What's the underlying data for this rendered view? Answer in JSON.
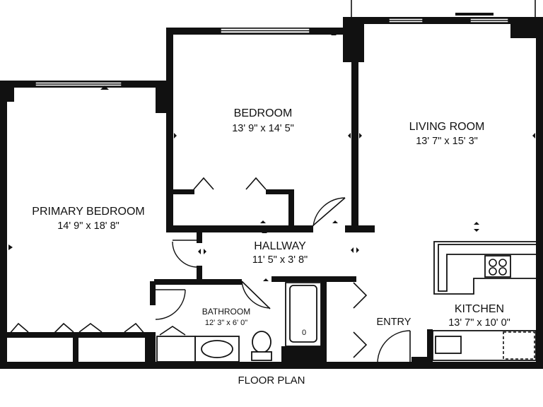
{
  "rooms": {
    "primary_bedroom": {
      "name": "PRIMARY BEDROOM",
      "dims": "14' 9\" x 18' 8\""
    },
    "bedroom": {
      "name": "BEDROOM",
      "dims": "13' 9\" x 14' 5\""
    },
    "living_room": {
      "name": "LIVING ROOM",
      "dims": "13' 7\" x 15' 3\""
    },
    "hallway": {
      "name": "HALLWAY",
      "dims": "11' 5\" x 3' 8\""
    },
    "bathroom": {
      "name": "BATHROOM",
      "dims": "12' 3\" x 6' 0\""
    },
    "entry": {
      "name": "ENTRY"
    },
    "kitchen": {
      "name": "KITCHEN",
      "dims": "13' 7\" x 10' 0\""
    }
  },
  "caption": "FLOOR PLAN",
  "tub_drain_label": "0"
}
